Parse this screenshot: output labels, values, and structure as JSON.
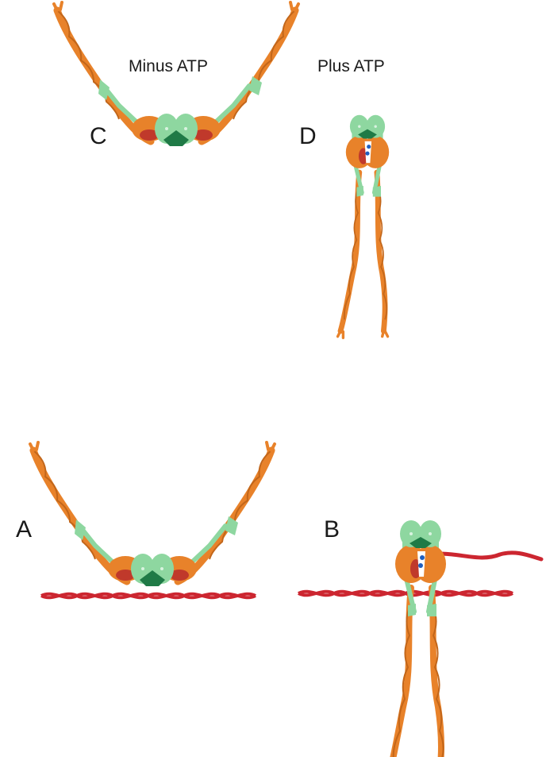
{
  "conditions": {
    "minus": "Minus ATP",
    "plus": "Plus ATP"
  },
  "panels": {
    "A": "A",
    "B": "B",
    "C": "C",
    "D": "D"
  },
  "colors": {
    "coil": "#e8822a",
    "coil_dark": "#b85e15",
    "head": "#e8822a",
    "head_red": "#c0392b",
    "light_chain": "#8ed7a0",
    "light_chain_dark": "#1f7a46",
    "actin": "#cc2630",
    "nucleotide": "#1f5fbf"
  },
  "icons": {
    "molecule": "myosin-molecule-icon",
    "actin": "actin-filament-icon",
    "nucleotide": "atp-dot-icon"
  }
}
